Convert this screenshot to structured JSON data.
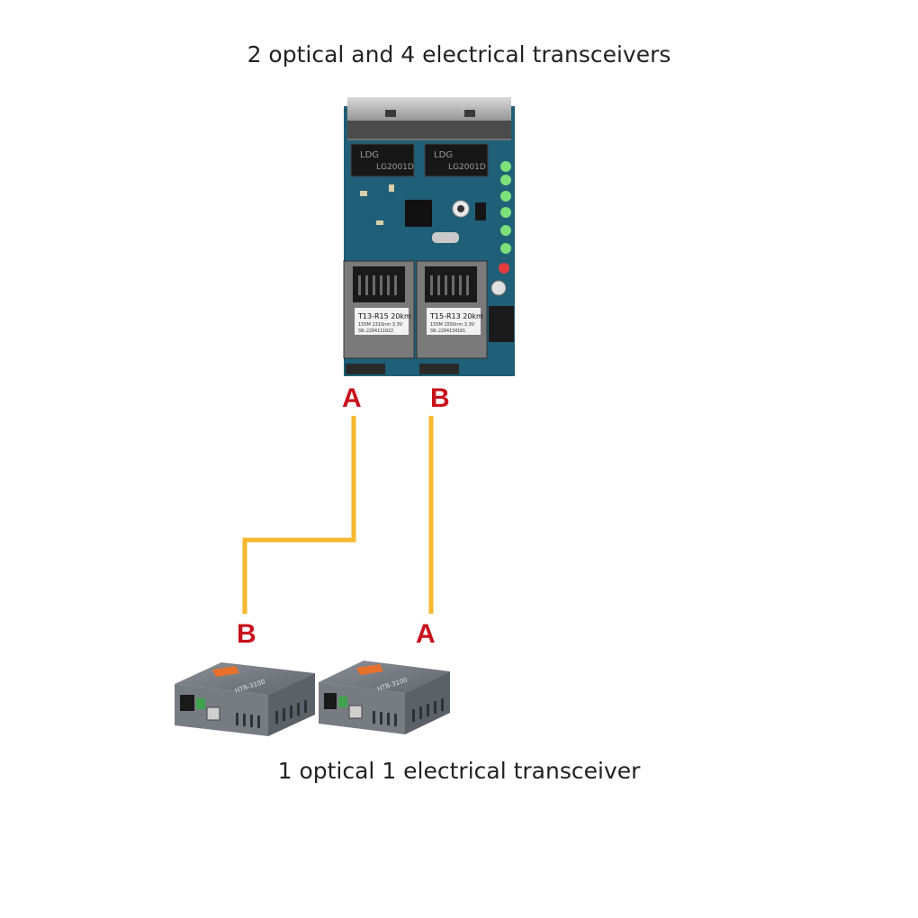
{
  "titles": {
    "top": "2 optical and 4 electrical transceivers",
    "bottom": "1 optical 1 electrical transceiver"
  },
  "board": {
    "chip_label_left": "LDG",
    "chip_code_left": "LG2001D",
    "chip_label_right": "LDG",
    "chip_code_right": "LG2001D",
    "sfp_left": {
      "model": "T13-R15 20km",
      "spec": "155M 1310nm  3.3V",
      "sn": "SN:2204111022"
    },
    "sfp_right": {
      "model": "T15-R13 20km",
      "spec": "155M 1550nm  3.3V",
      "sn": "SN:2204134181"
    }
  },
  "ports": {
    "board_a": "A",
    "board_b": "B",
    "unit1": "B",
    "unit2": "A"
  },
  "units": [
    {
      "model": "HTB-3100"
    },
    {
      "model": "HTB-3100"
    }
  ],
  "colors": {
    "fiber": "#f5b82e",
    "port_label": "#c8111b",
    "pcb": "#1f5f77",
    "case": "#6d7178",
    "brand_badge": "#e8702a"
  }
}
